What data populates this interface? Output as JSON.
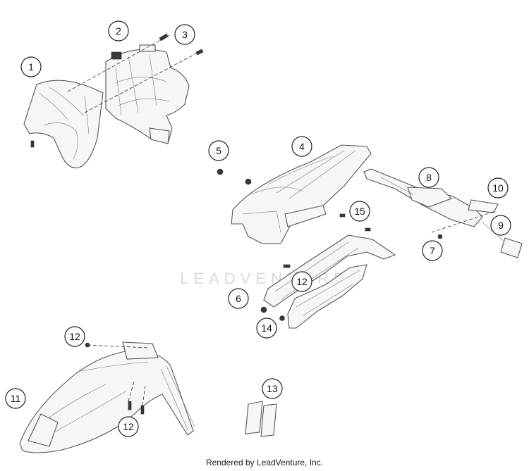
{
  "callouts": [
    {
      "id": "1",
      "label": "1"
    },
    {
      "id": "2",
      "label": "2"
    },
    {
      "id": "3",
      "label": "3"
    },
    {
      "id": "4",
      "label": "4"
    },
    {
      "id": "5",
      "label": "5"
    },
    {
      "id": "6",
      "label": "6"
    },
    {
      "id": "7",
      "label": "7"
    },
    {
      "id": "8",
      "label": "8"
    },
    {
      "id": "9",
      "label": "9"
    },
    {
      "id": "10",
      "label": "10"
    },
    {
      "id": "11",
      "label": "11"
    },
    {
      "id": "12a",
      "label": "12"
    },
    {
      "id": "12b",
      "label": "12"
    },
    {
      "id": "12c",
      "label": "12"
    },
    {
      "id": "13",
      "label": "13"
    },
    {
      "id": "14",
      "label": "14"
    },
    {
      "id": "15",
      "label": "15"
    }
  ],
  "watermark": "LEADVENTURE",
  "footer": {
    "credit": "Rendered by LeadVenture, Inc."
  }
}
